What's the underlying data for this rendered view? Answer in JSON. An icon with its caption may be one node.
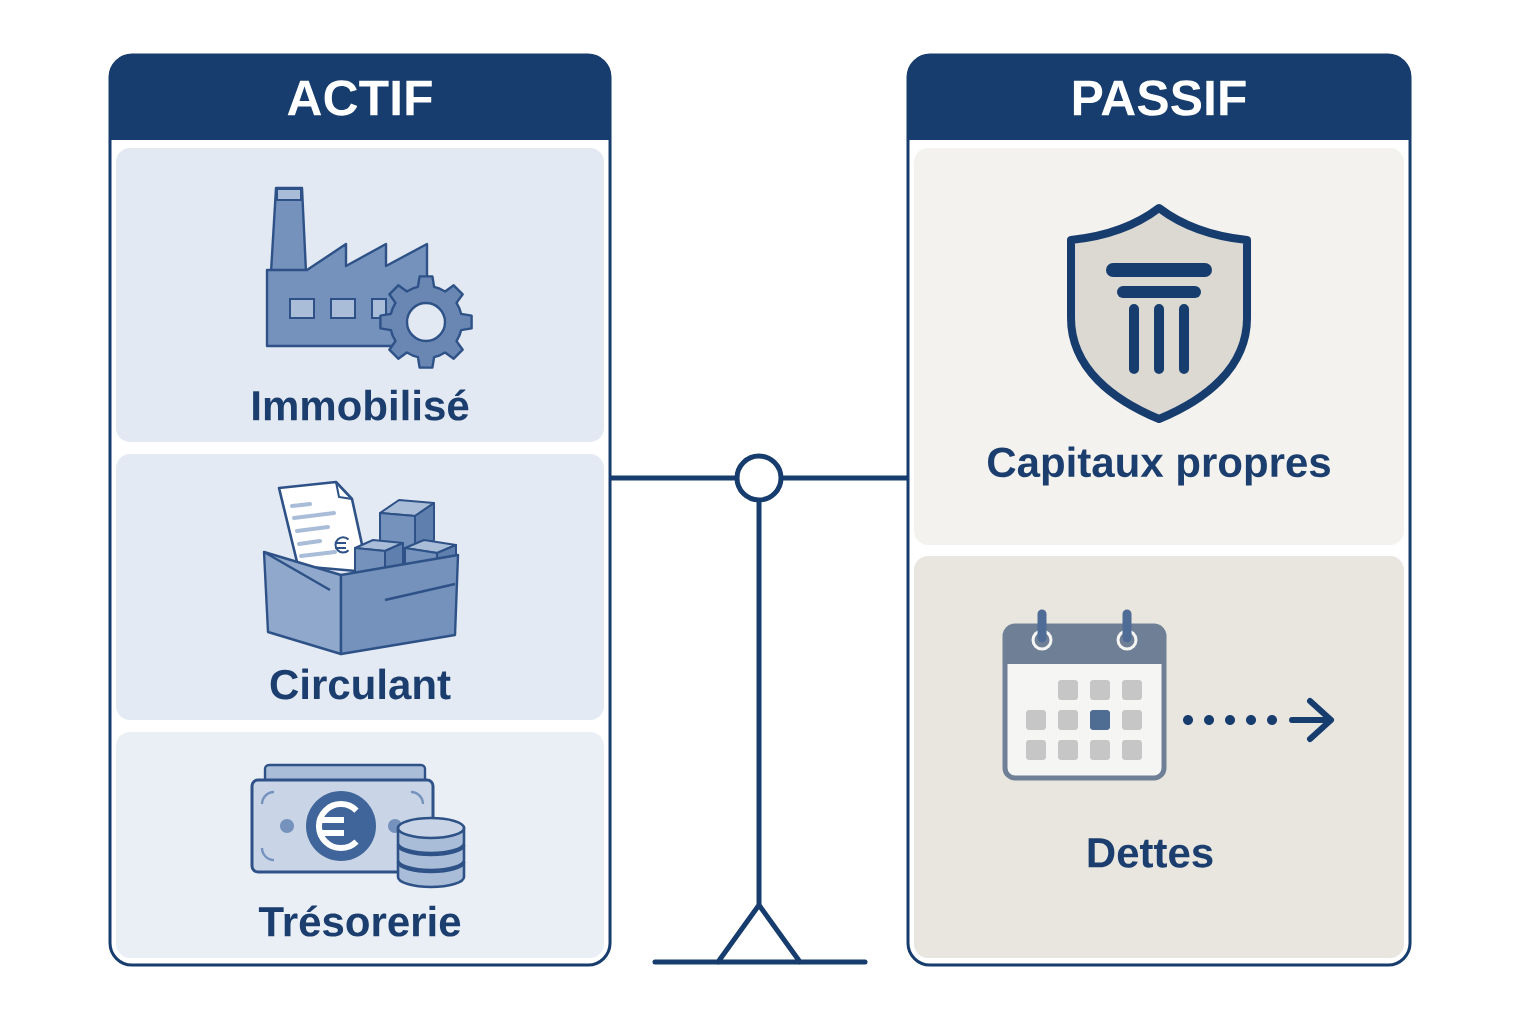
{
  "diagram": {
    "nodes": [
      {
        "text": [
          "ACTIF"
        ]
      },
      {
        "text": [
          "Immobilisé"
        ],
        "in": 0
      },
      {
        "text": [
          "Circulant"
        ],
        "in": 0
      },
      {
        "text": [
          "Trésorerie"
        ],
        "in": 0
      },
      {
        "text": [
          "PASSIF"
        ]
      },
      {
        "text": [
          "Capitaux propres"
        ],
        "in": 4
      },
      {
        "text": [
          "Dettes"
        ],
        "in": 4
      },
      {
        "text": [],
        "shape": "circle"
      }
    ],
    "edges": [
      {
        "from": 0,
        "to": 7,
        "arrow": "none"
      },
      {
        "from": 7,
        "to": 4,
        "arrow": "none"
      }
    ]
  }
}
